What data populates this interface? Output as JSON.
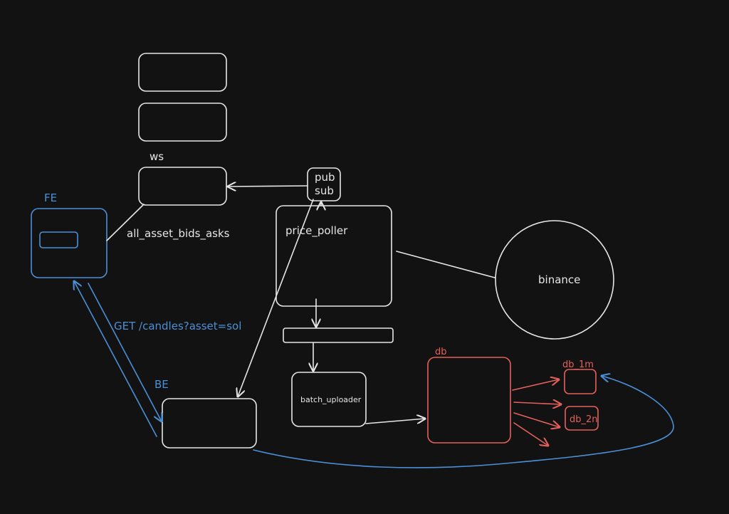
{
  "colors": {
    "background": "#121212",
    "white": "#e6e6e6",
    "blue": "#4a90d9",
    "red": "#e5605a"
  },
  "labels": {
    "ws": "ws",
    "fe": "FE",
    "all_asset_bids_asks": "all_asset_bids_asks",
    "pub": "pub",
    "sub": "sub",
    "price_poller": "price_poller",
    "binance": "binance",
    "get_candles": "GET /candles?asset=sol",
    "be": "BE",
    "batch_uploader": "batch_uploader",
    "db": "db",
    "db_1m": "db_1m",
    "db_2n": "db_2n"
  }
}
